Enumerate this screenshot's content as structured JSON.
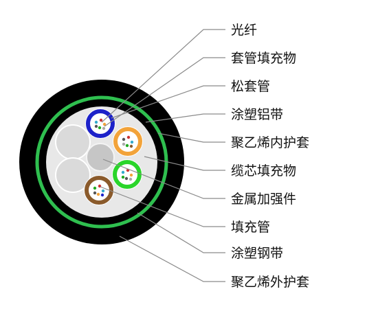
{
  "labels": [
    "光纤",
    "套管填充物",
    "松套管",
    "涂塑铝带",
    "聚乙烯内护套",
    "缆芯填充物",
    "金属加强件",
    "填充管",
    "涂塑钢带",
    "聚乙烯外护套"
  ],
  "colors": {
    "outer_sheath": "#000000",
    "aluminum_tape": "#2fbf4f",
    "inner_sheath": "#000000",
    "core_fill": "#e6e6e6",
    "strength_member": "#c8c8c8",
    "filler_tube": "#dcdcdc",
    "tube_blue": "#1d22c9",
    "tube_orange": "#f2a33a",
    "tube_green": "#2ad52a",
    "tube_brown": "#8a5a2b",
    "leader_line": "#8a8a8a"
  }
}
